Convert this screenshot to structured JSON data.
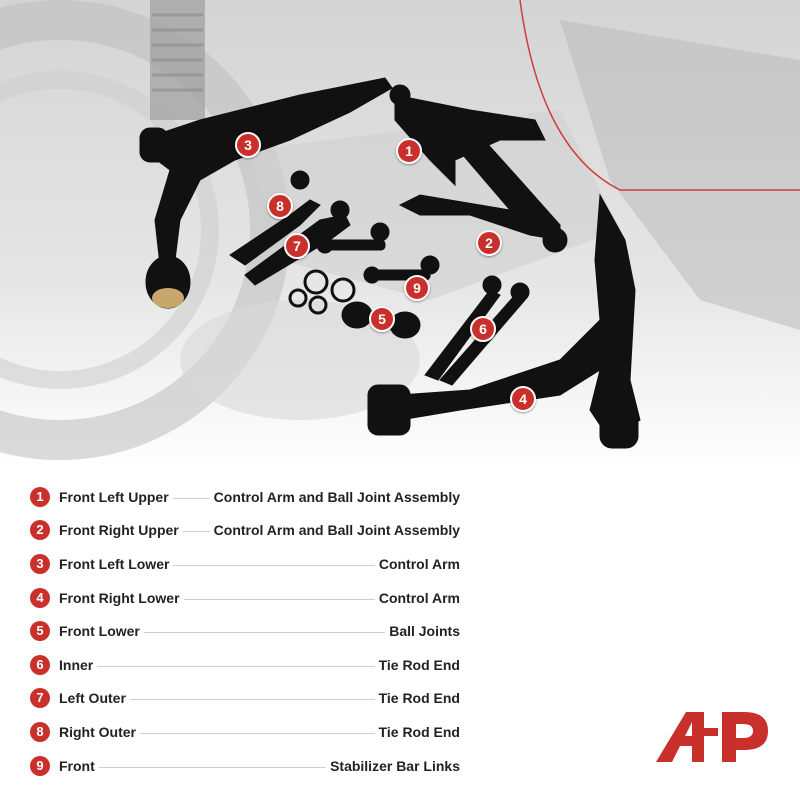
{
  "legend": [
    {
      "num": "1",
      "left": "Front Left Upper",
      "right": "Control Arm and Ball Joint Assembly"
    },
    {
      "num": "2",
      "left": "Front Right Upper",
      "right": "Control Arm and Ball Joint Assembly"
    },
    {
      "num": "3",
      "left": "Front Left Lower",
      "right": "Control Arm"
    },
    {
      "num": "4",
      "left": "Front Right Lower",
      "right": "Control Arm"
    },
    {
      "num": "5",
      "left": "Front Lower",
      "right": "Ball Joints"
    },
    {
      "num": "6",
      "left": "Inner",
      "right": "Tie Rod End"
    },
    {
      "num": "7",
      "left": "Left Outer",
      "right": "Tie Rod End"
    },
    {
      "num": "8",
      "left": "Right Outer",
      "right": "Tie Rod End"
    },
    {
      "num": "9",
      "left": "Front",
      "right": "Stabilizer Bar Links"
    }
  ],
  "callouts": [
    "1",
    "2",
    "3",
    "4",
    "5",
    "6",
    "7",
    "8",
    "9"
  ],
  "colors": {
    "accent": "#c9302c",
    "text": "#222222",
    "leader": "#cfcfcf",
    "part": "#111111"
  }
}
